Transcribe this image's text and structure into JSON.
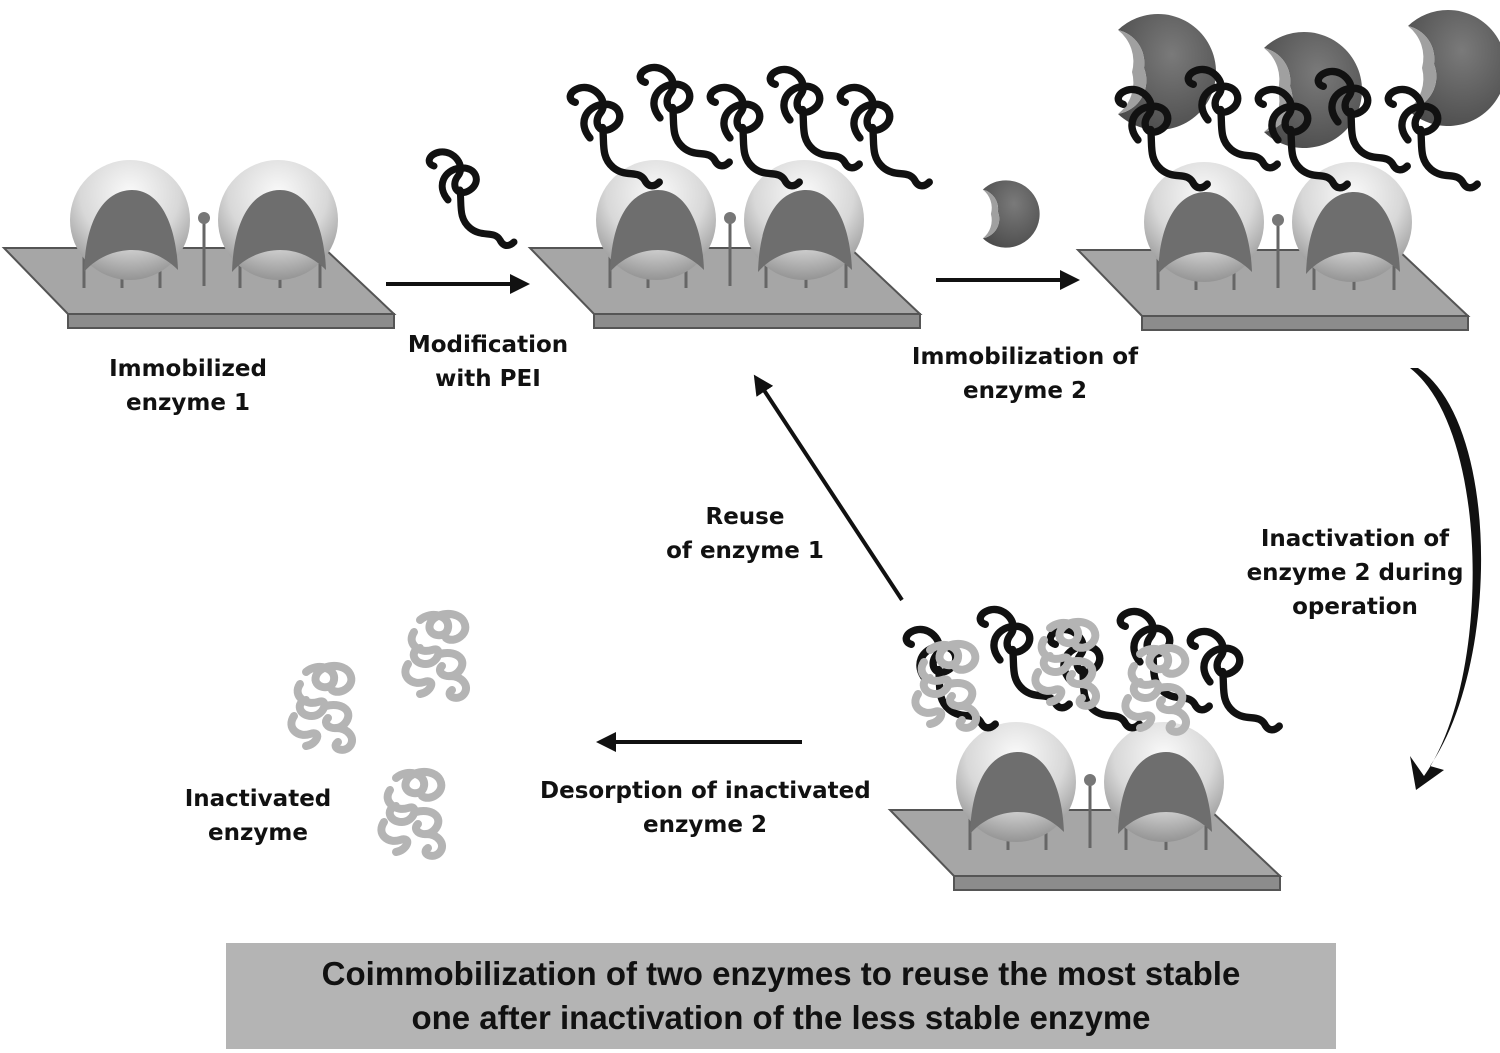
{
  "labels": {
    "immobilized_enzyme_1": [
      "Immobilized",
      "enzyme 1"
    ],
    "modification_with_pei": [
      "Modification",
      "with PEI"
    ],
    "immobilization_of_enzyme_2": [
      "Immobilization of",
      "enzyme 2"
    ],
    "inactivation_during_operation": [
      "Inactivation of",
      "enzyme 2 during",
      "operation"
    ],
    "reuse_of_enzyme_1": [
      "Reuse",
      "of enzyme 1"
    ],
    "desorption_of_inactivated": [
      "Desorption of inactivated",
      "enzyme 2"
    ],
    "inactivated_enzyme": [
      "Inactivated",
      "enzyme"
    ]
  },
  "caption": [
    "Coimmobilization of two enzymes to reuse the most stable",
    "one after inactivation of the less stable enzyme"
  ],
  "colors": {
    "support_top": "#a6a6a6",
    "support_front": "#8c8c8c",
    "enzyme1_light": "#f2f2f2",
    "enzyme1_dark": "#6e6e6e",
    "enzyme2": "#595959",
    "enzyme2_pocket": "#a0a0a0",
    "pei_polymer": "#111111",
    "inactivated_enzyme": "#b4b4b4",
    "caption_box": "#b4b4b4"
  }
}
